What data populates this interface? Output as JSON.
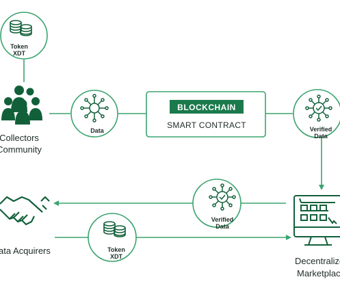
{
  "colors": {
    "primary": "#1a7a4c",
    "line": "#3aa36f",
    "dark": "#12603a",
    "text": "#1d2b24"
  },
  "nodes": {
    "token_top": {
      "line1": "Token",
      "line2": "XDT",
      "icon": "coin-stack-icon"
    },
    "collectors": {
      "line1": "Collectors",
      "line2": "Community",
      "icon": "community-icon"
    },
    "data": {
      "label": "Data",
      "icon": "data-network-icon"
    },
    "blockchain": {
      "title": "BLOCKCHAIN",
      "subtitle": "SMART CONTRACT"
    },
    "verified_right": {
      "line1": "Verified",
      "line2": "Data",
      "icon": "verified-network-icon"
    },
    "marketplace": {
      "line1": "Decentralize",
      "line2": "Marketplac",
      "icon": "marketplace-icon"
    },
    "verified_mid": {
      "line1": "Verified",
      "line2": "Data",
      "icon": "verified-network-icon"
    },
    "acquirers": {
      "label": "ata Acquirers",
      "icon": "handshake-icon"
    },
    "token_bottom": {
      "line1": "Token",
      "line2": "XDT",
      "icon": "coin-stack-icon"
    }
  }
}
